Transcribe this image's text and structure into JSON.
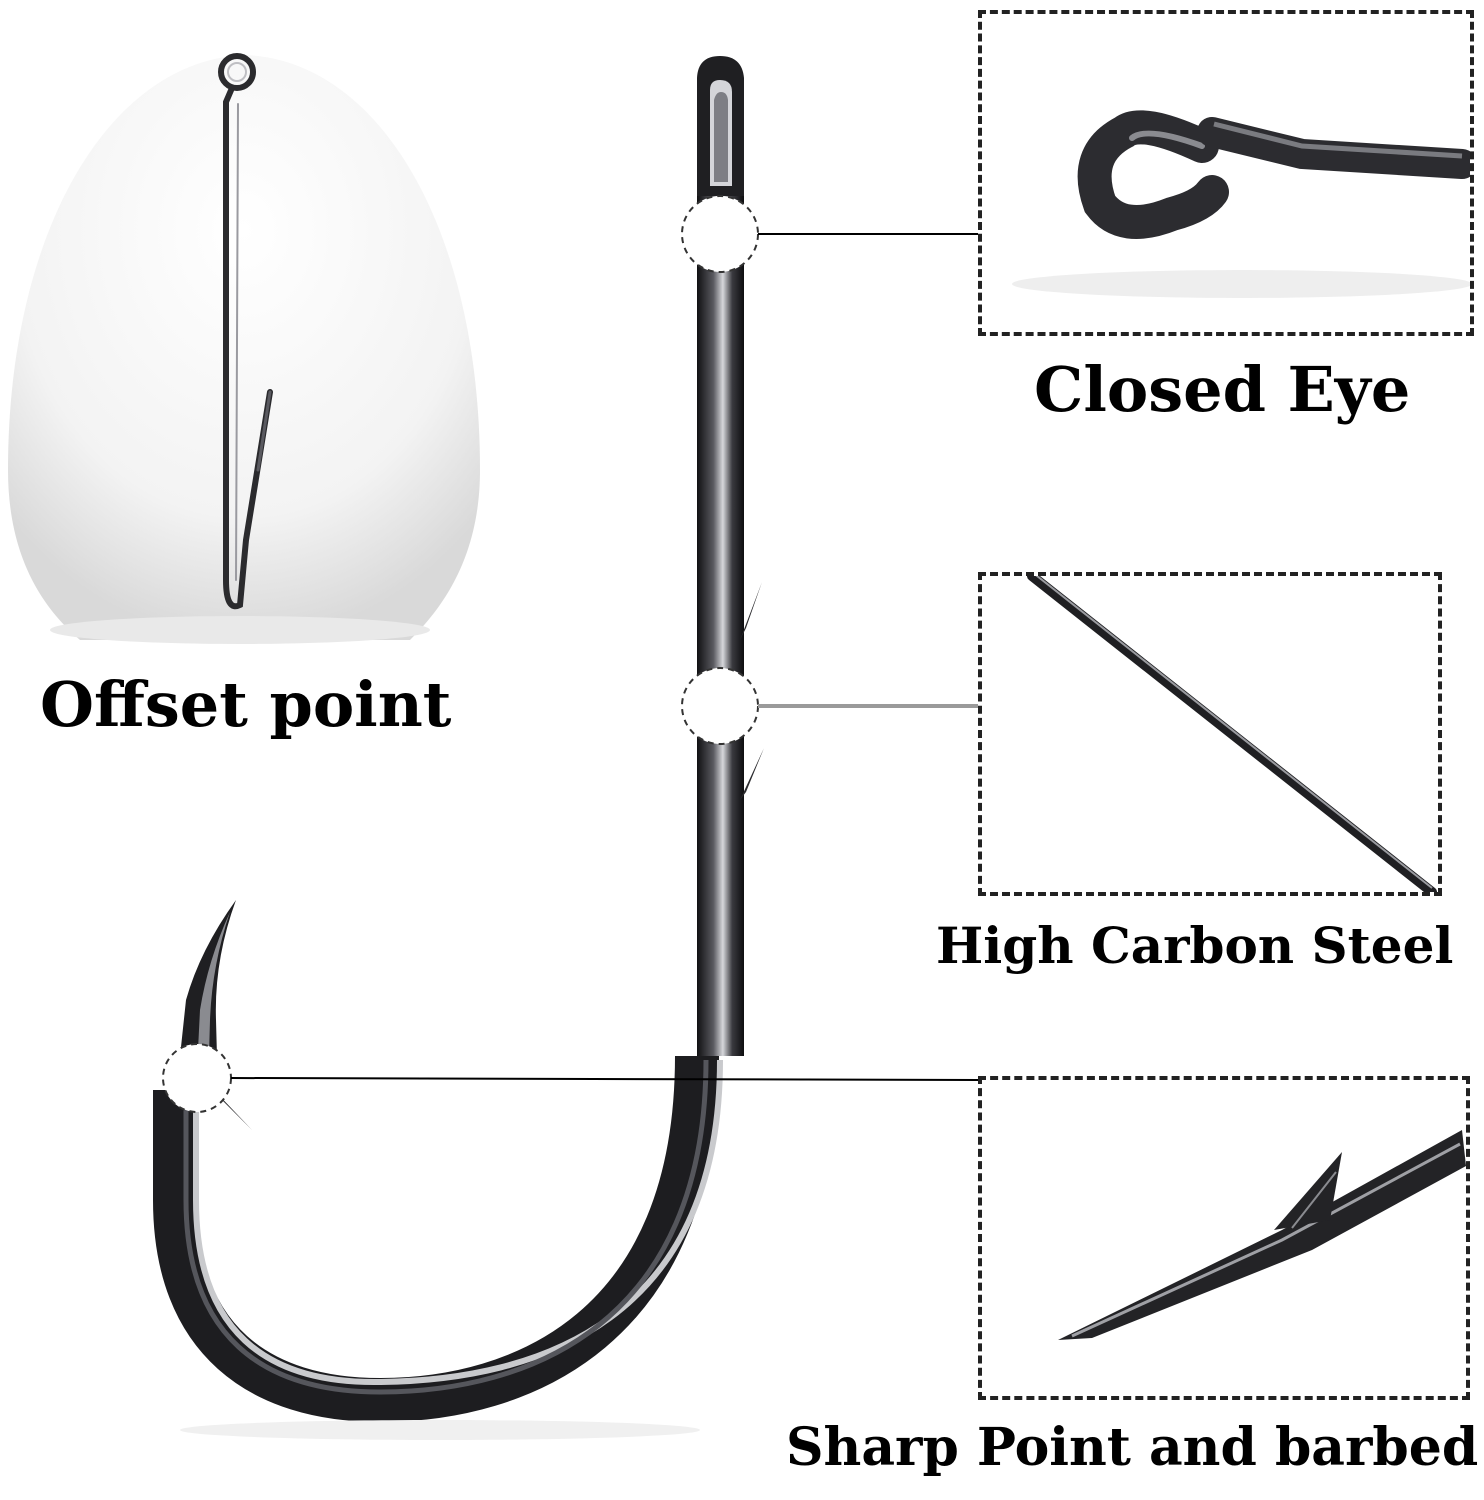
{
  "labels": {
    "offset_point": "Offset point",
    "closed_eye": "Closed Eye",
    "high_carbon_steel": "High Carbon Steel",
    "sharp_point": "Sharp Point and barbed"
  },
  "colors": {
    "hook_dark": "#1c1c1f",
    "hook_mid": "#4a4a50",
    "hook_highlight": "#cfd0d4",
    "callout_line": "#000000",
    "background": "#ffffff",
    "oval_shade": "#e6e6e6"
  },
  "icons": [
    "fishing-hook-icon",
    "closed-eye-detail-icon",
    "steel-shank-detail-icon",
    "barbed-point-detail-icon"
  ]
}
